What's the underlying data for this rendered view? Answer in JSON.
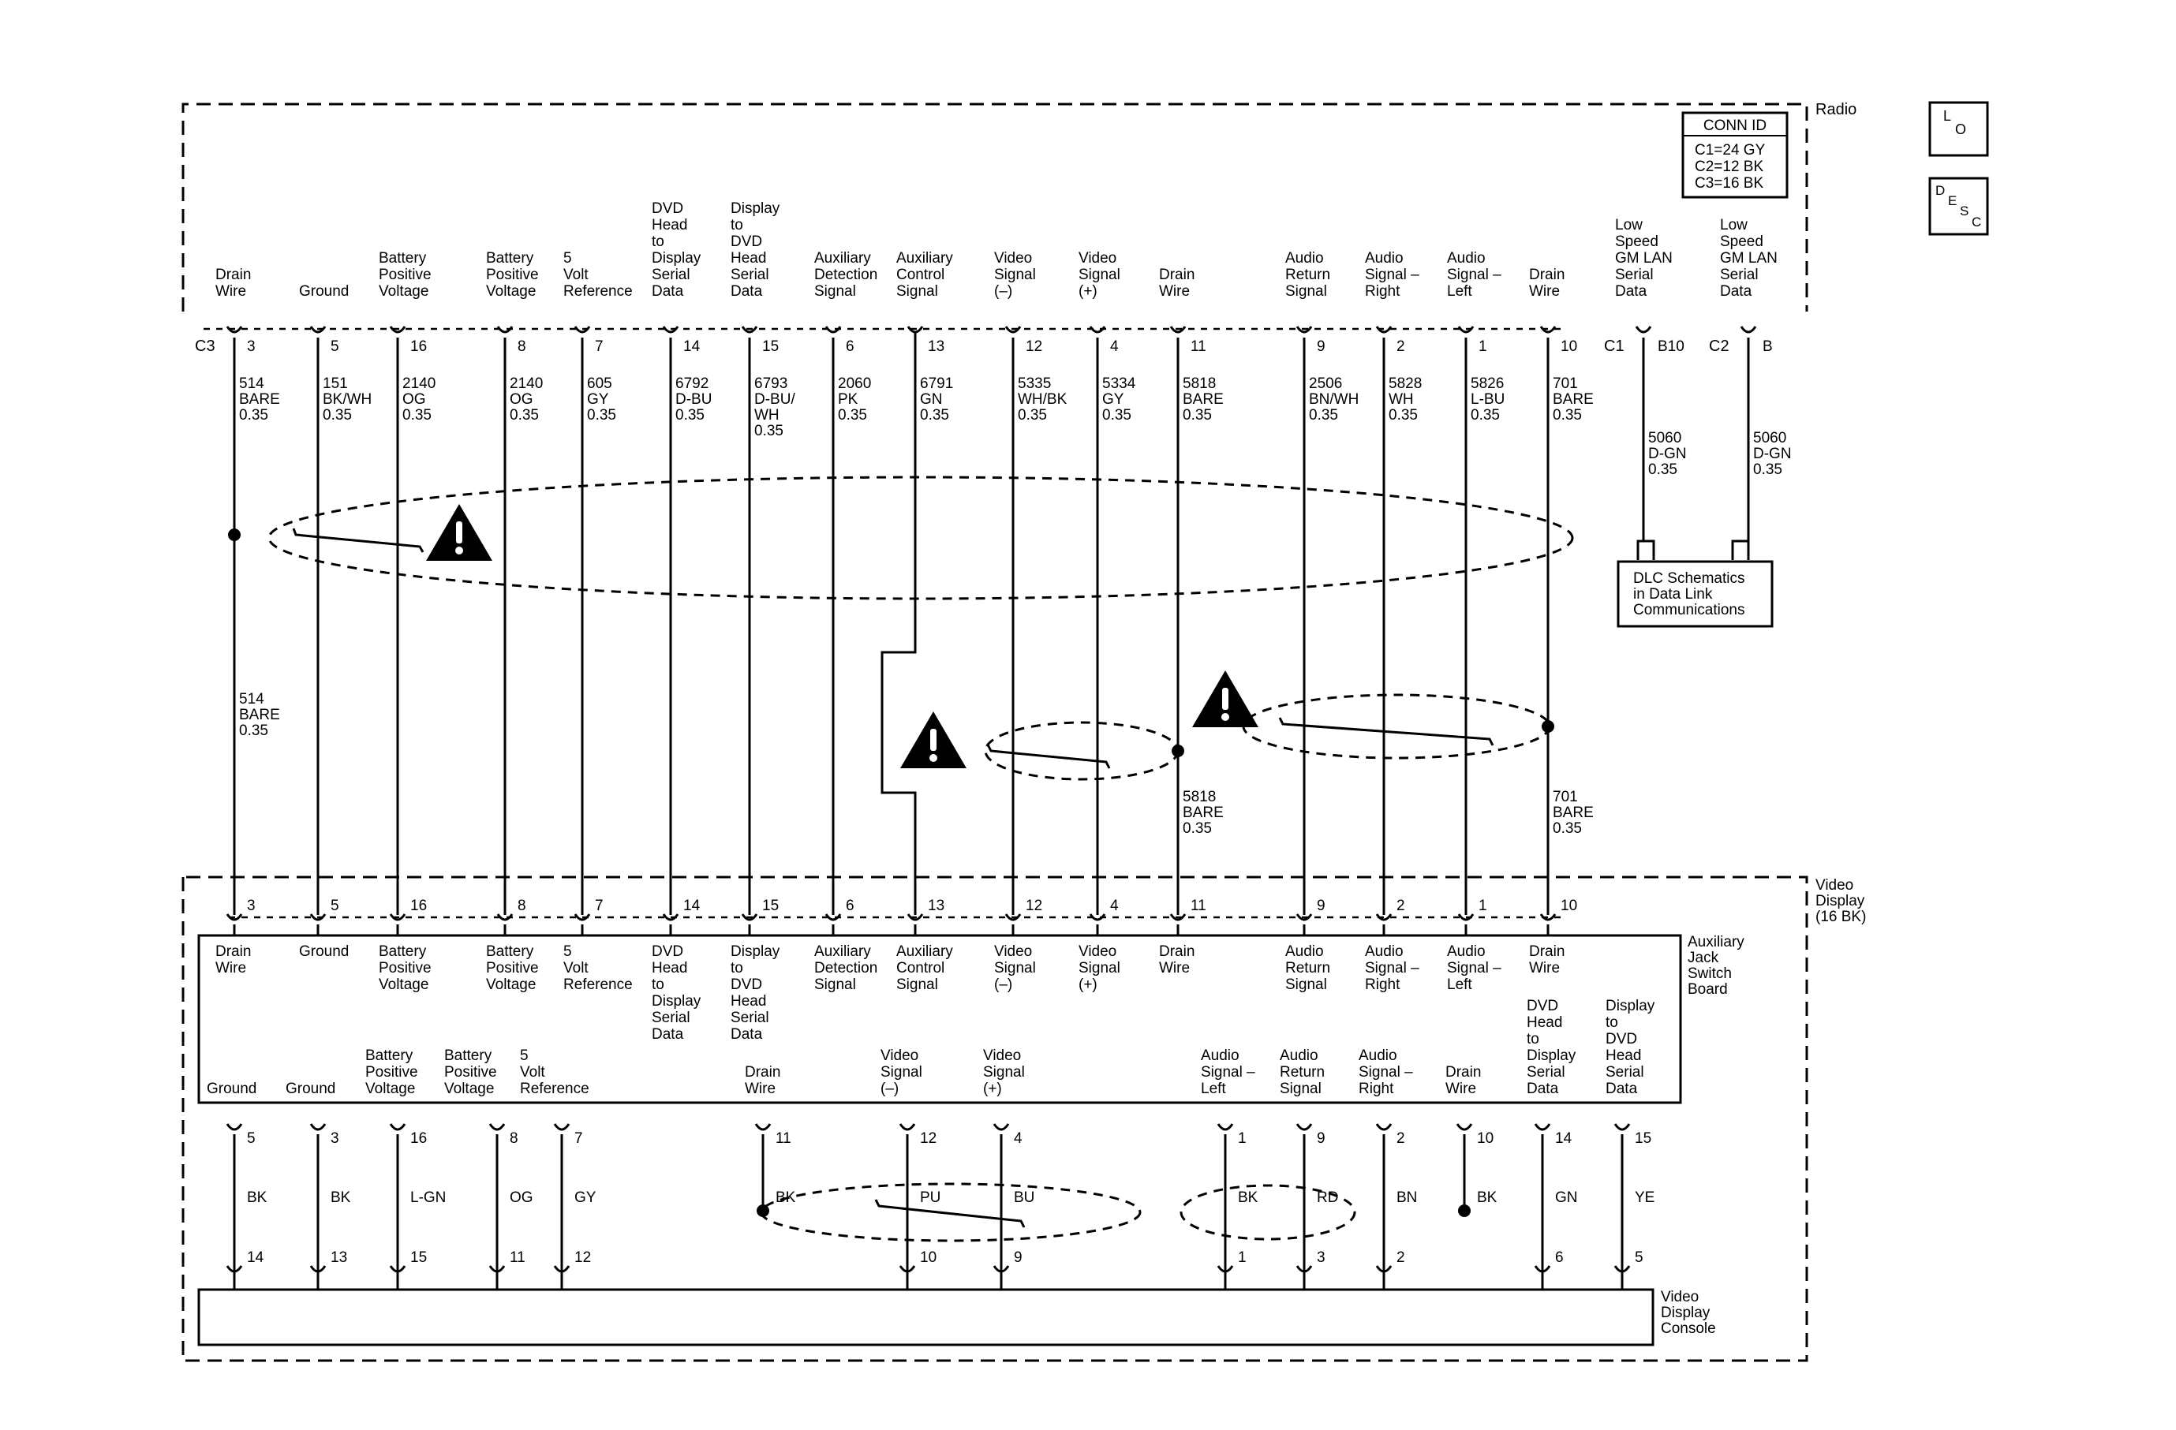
{
  "radio": {
    "title": "Radio",
    "conn_id": {
      "title": "CONN ID",
      "lines": [
        "C1=24 GY",
        "C2=12 BK",
        "C3=16 BK"
      ]
    },
    "c3_label": "C3",
    "c1_label": "C1",
    "c2_label": "C2"
  },
  "badges": {
    "lo": [
      "L",
      "O"
    ],
    "desc": [
      "D",
      "E",
      "S",
      "C"
    ]
  },
  "video_display": {
    "title": [
      "Video",
      "Display",
      "(16 BK)"
    ]
  },
  "switch_board": {
    "title": [
      "Auxiliary",
      "Jack",
      "Switch",
      "Board"
    ]
  },
  "console": {
    "title": [
      "Video",
      "Display",
      "Console"
    ]
  },
  "dlc_box": [
    "DLC Schematics",
    "in Data Link",
    "Communications"
  ],
  "circuits": [
    {
      "id": "c3",
      "radio_label": [
        "Drain",
        "Wire"
      ],
      "pin": "3",
      "wire": [
        "514",
        "BARE",
        "0.35"
      ],
      "mid_wire": [
        "514",
        "BARE",
        "0.35"
      ],
      "vd_pin": "3",
      "sb_label": [
        "Drain",
        "Wire"
      ]
    },
    {
      "id": "c5",
      "radio_label": [
        "Ground"
      ],
      "pin": "5",
      "wire": [
        "151",
        "BK/WH",
        "0.35"
      ],
      "vd_pin": "5",
      "sb_label": [
        "Ground"
      ]
    },
    {
      "id": "c16",
      "radio_label": [
        "Battery",
        "Positive",
        "Voltage"
      ],
      "pin": "16",
      "wire": [
        "2140",
        "OG",
        "0.35"
      ],
      "vd_pin": "16",
      "sb_label": [
        "Battery",
        "Positive",
        "Voltage"
      ]
    },
    {
      "id": "c8",
      "radio_label": [
        "Battery",
        "Positive",
        "Voltage"
      ],
      "pin": "8",
      "wire": [
        "2140",
        "OG",
        "0.35"
      ],
      "vd_pin": "8",
      "sb_label": [
        "Battery",
        "Positive",
        "Voltage"
      ]
    },
    {
      "id": "c7",
      "radio_label": [
        "5",
        "Volt",
        "Reference"
      ],
      "pin": "7",
      "wire": [
        "605",
        "GY",
        "0.35"
      ],
      "vd_pin": "7",
      "sb_label": [
        "5",
        "Volt",
        "Reference"
      ]
    },
    {
      "id": "c14",
      "radio_label": [
        "DVD",
        "Head",
        "to",
        "Display",
        "Serial",
        "Data"
      ],
      "pin": "14",
      "wire": [
        "6792",
        "D-BU",
        "0.35"
      ],
      "vd_pin": "14",
      "sb_label": [
        "DVD",
        "Head",
        "to",
        "Display",
        "Serial",
        "Data"
      ]
    },
    {
      "id": "c15",
      "radio_label": [
        "Display",
        "to",
        "DVD",
        "Head",
        "Serial",
        "Data"
      ],
      "pin": "15",
      "wire": [
        "6793",
        "D-BU/",
        "WH",
        "0.35"
      ],
      "vd_pin": "15",
      "sb_label": [
        "Display",
        "to",
        "DVD",
        "Head",
        "Serial",
        "Data"
      ]
    },
    {
      "id": "c6",
      "radio_label": [
        "Auxiliary",
        "Detection",
        "Signal"
      ],
      "pin": "6",
      "wire": [
        "2060",
        "PK",
        "0.35"
      ],
      "vd_pin": "6",
      "sb_label": [
        "Auxiliary",
        "Detection",
        "Signal"
      ]
    },
    {
      "id": "c13",
      "radio_label": [
        "Auxiliary",
        "Control",
        "Signal"
      ],
      "pin": "13",
      "wire": [
        "6791",
        "GN",
        "0.35"
      ],
      "vd_pin": "13",
      "sb_label": [
        "Auxiliary",
        "Control",
        "Signal"
      ]
    },
    {
      "id": "c12",
      "radio_label": [
        "Video",
        "Signal",
        "(–)"
      ],
      "pin": "12",
      "wire": [
        "5335",
        "WH/BK",
        "0.35"
      ],
      "vd_pin": "12",
      "sb_label": [
        "Video",
        "Signal",
        "(–)"
      ]
    },
    {
      "id": "c4",
      "radio_label": [
        "Video",
        "Signal",
        "(+)"
      ],
      "pin": "4",
      "wire": [
        "5334",
        "GY",
        "0.35"
      ],
      "vd_pin": "4",
      "sb_label": [
        "Video",
        "Signal",
        "(+)"
      ]
    },
    {
      "id": "c11",
      "radio_label": [
        "Drain",
        "Wire"
      ],
      "pin": "11",
      "wire": [
        "5818",
        "BARE",
        "0.35"
      ],
      "mid_wire": [
        "5818",
        "BARE",
        "0.35"
      ],
      "vd_pin": "11",
      "sb_label": [
        "Drain",
        "Wire"
      ]
    },
    {
      "id": "c9",
      "radio_label": [
        "Audio",
        "Return",
        "Signal"
      ],
      "pin": "9",
      "wire": [
        "2506",
        "BN/WH",
        "0.35"
      ],
      "vd_pin": "9",
      "sb_label": [
        "Audio",
        "Return",
        "Signal"
      ]
    },
    {
      "id": "c2",
      "radio_label": [
        "Audio",
        "Signal –",
        "Right"
      ],
      "pin": "2",
      "wire": [
        "5828",
        "WH",
        "0.35"
      ],
      "vd_pin": "2",
      "sb_label": [
        "Audio",
        "Signal –",
        "Right"
      ]
    },
    {
      "id": "c1",
      "radio_label": [
        "Audio",
        "Signal –",
        "Left"
      ],
      "pin": "1",
      "wire": [
        "5826",
        "L-BU",
        "0.35"
      ],
      "vd_pin": "1",
      "sb_label": [
        "Audio",
        "Signal –",
        "Left"
      ]
    },
    {
      "id": "c10",
      "radio_label": [
        "Drain",
        "Wire"
      ],
      "pin": "10",
      "wire": [
        "701",
        "BARE",
        "0.35"
      ],
      "mid_wire": [
        "701",
        "BARE",
        "0.35"
      ],
      "vd_pin": "10",
      "sb_label": [
        "Drain",
        "Wire"
      ]
    }
  ],
  "gmlan": [
    {
      "id": "b10",
      "label": [
        "Low",
        "Speed",
        "GM LAN",
        "Serial",
        "Data"
      ],
      "pin": "B10",
      "wire": [
        "5060",
        "D-GN",
        "0.35"
      ]
    },
    {
      "id": "b",
      "label": [
        "Low",
        "Speed",
        "GM LAN",
        "Serial",
        "Data"
      ],
      "pin": "B",
      "wire": [
        "5060",
        "D-GN",
        "0.35"
      ]
    }
  ],
  "outputs": [
    {
      "id": "o1",
      "label": [
        "Ground"
      ],
      "pin": "5",
      "color": "BK",
      "console_pin": "14"
    },
    {
      "id": "o2",
      "label": [
        "Ground"
      ],
      "pin": "3",
      "color": "BK",
      "console_pin": "13"
    },
    {
      "id": "o3",
      "label": [
        "Battery",
        "Positive",
        "Voltage"
      ],
      "pin": "16",
      "color": "L-GN",
      "console_pin": "15"
    },
    {
      "id": "o4",
      "label": [
        "Battery",
        "Positive",
        "Voltage"
      ],
      "pin": "8",
      "color": "OG",
      "console_pin": "11"
    },
    {
      "id": "o5",
      "label": [
        "5",
        "Volt",
        "Reference"
      ],
      "pin": "7",
      "color": "GY",
      "console_pin": "12"
    },
    {
      "id": "o6",
      "label": [
        "Drain",
        "Wire"
      ],
      "pin": "11",
      "color": "BK",
      "console_pin": ""
    },
    {
      "id": "o7",
      "label": [
        "Video",
        "Signal",
        "(–)"
      ],
      "pin": "12",
      "color": "PU",
      "console_pin": "10"
    },
    {
      "id": "o8",
      "label": [
        "Video",
        "Signal",
        "(+)"
      ],
      "pin": "4",
      "color": "BU",
      "console_pin": "9"
    },
    {
      "id": "o9",
      "label": [
        "Audio",
        "Signal –",
        "Left"
      ],
      "pin": "1",
      "color": "BK",
      "console_pin": "1"
    },
    {
      "id": "o10",
      "label": [
        "Audio",
        "Return",
        "Signal"
      ],
      "pin": "9",
      "color": "RD",
      "console_pin": "3"
    },
    {
      "id": "o11",
      "label": [
        "Audio",
        "Signal –",
        "Right"
      ],
      "pin": "2",
      "color": "BN",
      "console_pin": "2"
    },
    {
      "id": "o12",
      "label": [
        "Drain",
        "Wire"
      ],
      "pin": "10",
      "color": "BK",
      "console_pin": ""
    },
    {
      "id": "o13",
      "label": [
        "DVD",
        "Head",
        "to",
        "Display",
        "Serial",
        "Data"
      ],
      "pin": "14",
      "color": "GN",
      "console_pin": "6"
    },
    {
      "id": "o14",
      "label": [
        "Display",
        "to",
        "DVD",
        "Head",
        "Serial",
        "Data"
      ],
      "pin": "15",
      "color": "YE",
      "console_pin": "5"
    }
  ]
}
